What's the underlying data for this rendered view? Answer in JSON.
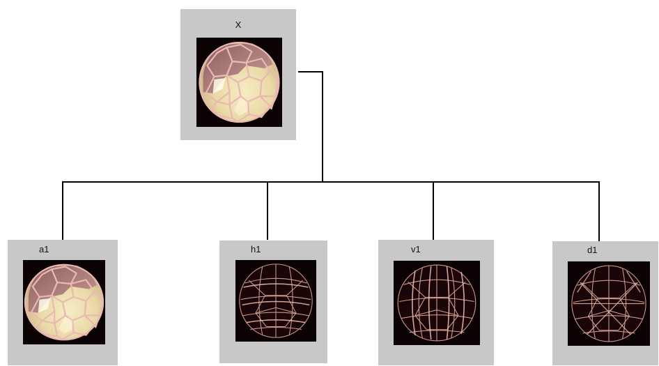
{
  "nodes": {
    "root": {
      "label": "X",
      "image": "sphere-polyhedron-original"
    },
    "children": [
      {
        "label": "a1",
        "image": "sphere-polyhedron-approximation"
      },
      {
        "label": "h1",
        "image": "sphere-edge-detail-horizontal"
      },
      {
        "label": "v1",
        "image": "sphere-edge-detail-vertical"
      },
      {
        "label": "d1",
        "image": "sphere-edge-detail-diagonal"
      }
    ]
  },
  "colors": {
    "panel_background": "#c8c8c8",
    "image_background": "#0b0204",
    "connector": "#000000",
    "face_light": "#f3e7b8",
    "face_dark": "#b07878",
    "edge": "#e8b8b0"
  }
}
